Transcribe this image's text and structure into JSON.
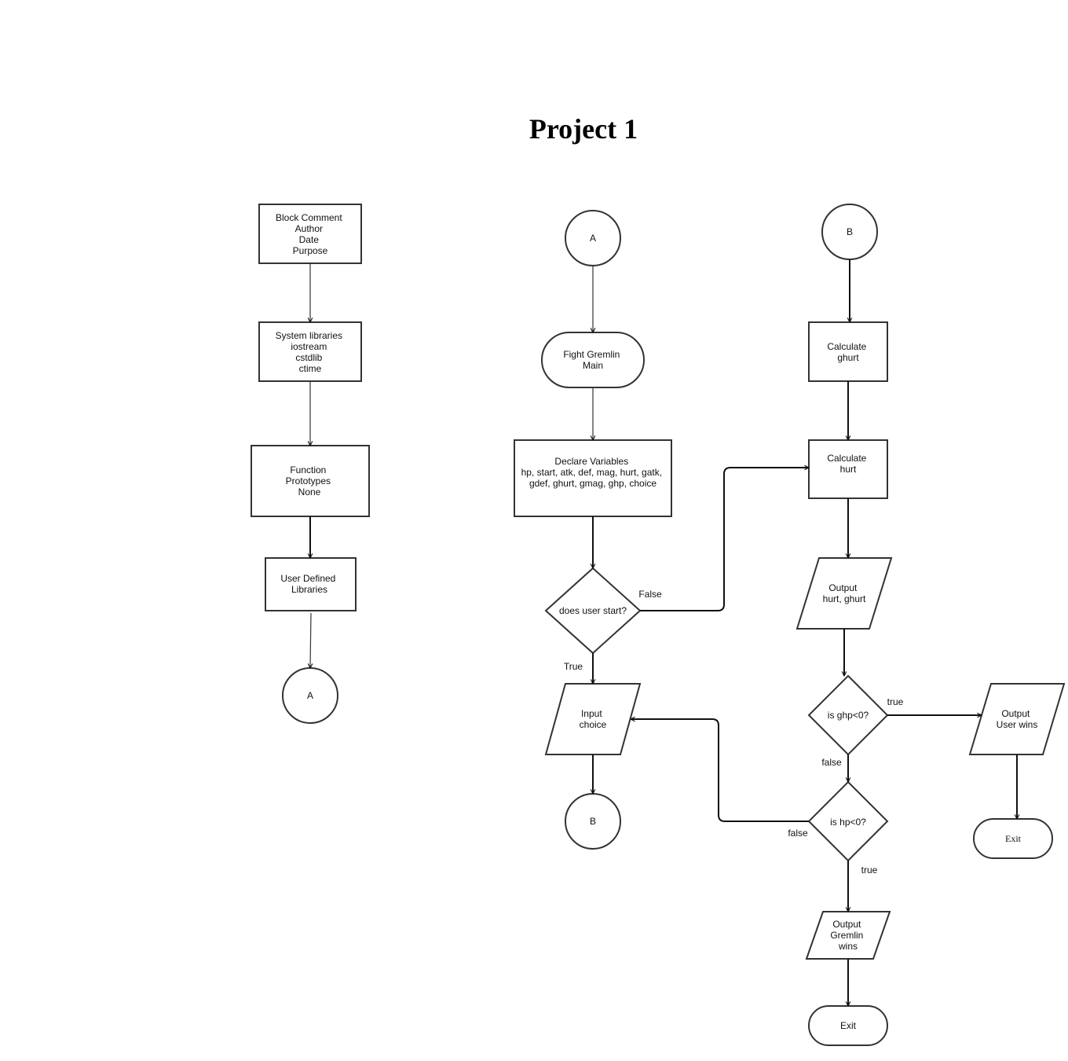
{
  "title": "Project 1",
  "nodes": {
    "block_comment": [
      "Block Comment",
      "Author",
      "Date",
      "Purpose"
    ],
    "system_libraries": [
      "System libraries",
      "iostream",
      "cstdlib",
      "ctime"
    ],
    "function_prototypes": [
      "Function",
      "Prototypes",
      "None"
    ],
    "user_defined_libraries": [
      "User Defined",
      "Libraries"
    ],
    "connector_a_left": "A",
    "connector_a_top": "A",
    "fight_gremlin": [
      "Fight Gremlin",
      "Main"
    ],
    "declare_variables": [
      "Declare Variables",
      "hp, start, atk, def, mag, hurt, gatk,",
      "gdef, ghurt, gmag, ghp, choice"
    ],
    "does_user_start": "does user start?",
    "input_choice": [
      "Input",
      "choice"
    ],
    "connector_b_bottom": "B",
    "connector_b_top": "B",
    "calculate_ghurt": [
      "Calculate",
      "ghurt"
    ],
    "calculate_hurt": [
      "Calculate",
      "hurt"
    ],
    "output_hurt_ghurt": [
      "Output",
      "hurt, ghurt"
    ],
    "is_ghp": "is ghp<0?",
    "output_user_wins": [
      "Output",
      "User wins"
    ],
    "exit_user": "Exit",
    "is_hp": "is hp<0?",
    "output_gremlin_wins": [
      "Output",
      "Gremlin",
      "wins"
    ],
    "exit_gremlin": "Exit"
  },
  "edge_labels": {
    "start_false": "False",
    "start_true": "True",
    "ghp_true": "true",
    "ghp_false": "false",
    "hp_false": "false",
    "hp_true": "true"
  }
}
